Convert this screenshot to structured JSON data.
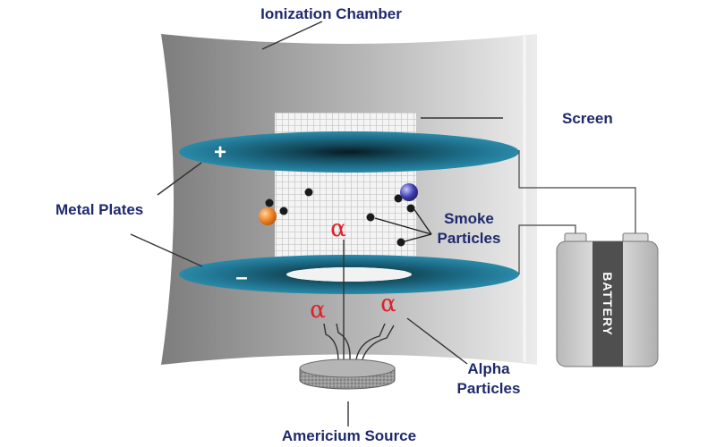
{
  "labels": {
    "ionization_chamber": "Ionization Chamber",
    "screen": "Screen",
    "metal_plates": "Metal Plates",
    "smoke_particles_line1": "Smoke",
    "smoke_particles_line2": "Particles",
    "alpha_particles_line1": "Alpha",
    "alpha_particles_line2": "Particles",
    "americium_source": "Americium Source",
    "battery": "BATTERY"
  },
  "symbols": {
    "plus": "+",
    "minus": "–",
    "alpha": "α"
  },
  "colors": {
    "label_text": "#1f2a6e",
    "alpha_symbol": "#e0202a",
    "plate": "#1d6f86",
    "chamber_gray": "#8a8a8a",
    "ion_positive": "#f08020",
    "ion_negative": "#3030a0",
    "battery_body": "#c8c8c8",
    "battery_band": "#555555"
  }
}
